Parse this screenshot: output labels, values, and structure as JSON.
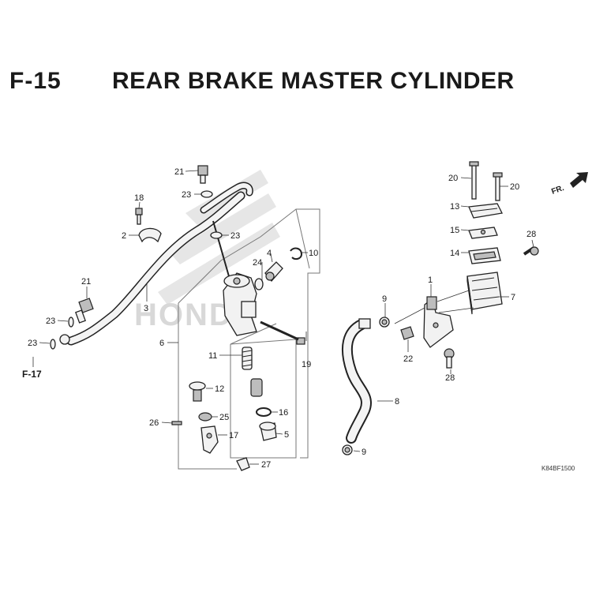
{
  "header": {
    "code": "F-15",
    "title": "REAR BRAKE MASTER CYLINDER"
  },
  "diagram": {
    "labels": {
      "p1": "1",
      "p2": "2",
      "p3": "3",
      "p4": "4",
      "p5": "5",
      "p6": "6",
      "p7": "7",
      "p8": "8",
      "p9a": "9",
      "p9b": "9",
      "p10": "10",
      "p11": "11",
      "p12": "12",
      "p13": "13",
      "p14": "14",
      "p15": "15",
      "p16": "16",
      "p17": "17",
      "p18": "18",
      "p19": "19",
      "p20a": "20",
      "p20b": "20",
      "p21a": "21",
      "p21b": "21",
      "p22": "22",
      "p23a": "23",
      "p23b": "23",
      "p23c": "23",
      "p23d": "23",
      "p24": "24",
      "p25": "25",
      "p26": "26",
      "p27": "27",
      "p28a": "28",
      "p28b": "28"
    },
    "reference": "F-17",
    "direction": "FR.",
    "watermark": "HONDA",
    "catalog_code": "K84BF1500"
  }
}
